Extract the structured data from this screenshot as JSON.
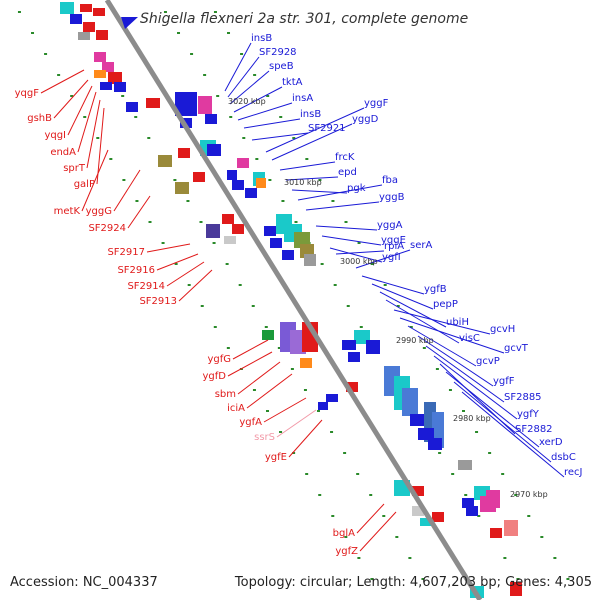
{
  "title": "Shigella flexneri 2a str. 301, complete genome",
  "footer": {
    "accession": "Accession: NC_004337",
    "topology": "Topology: circular; Length: 4,607,203 bp; Genes: 4,305"
  },
  "colors": {
    "backbone": "#8c8c8c",
    "right_label": "#1a1ad6",
    "left_label": "#e01a1a",
    "rna_label": "#f29aa8",
    "tick": "#2a8a2a"
  },
  "kbp_markers": [
    "3020 kbp",
    "3010 kbp",
    "3000 kbp",
    "2990 kbp",
    "2980 kbp",
    "2970 kbp"
  ],
  "right_labels": [
    "insB",
    "SF2928",
    "speB",
    "tktA",
    "insA",
    "insB",
    "SF2921",
    "yggF",
    "yggD",
    "frcK",
    "epd",
    "pgk",
    "fba",
    "yggB",
    "yggA",
    "yggE",
    "ygfI",
    "rpiA",
    "serA",
    "ygfB",
    "pepP",
    "ubiH",
    "visC",
    "gcvH",
    "gcvT",
    "gcvP",
    "ygfF",
    "SF2885",
    "ygfY",
    "SF2882",
    "xerD",
    "dsbC",
    "recJ"
  ],
  "left_labels": [
    "yqgF",
    "gshB",
    "yqgI",
    "endA",
    "sprT",
    "galP",
    "metK",
    "yggG",
    "SF2924",
    "SF2917",
    "SF2916",
    "SF2914",
    "SF2913",
    "ygfG",
    "ygfD",
    "sbm",
    "iciA",
    "ygfA",
    "ssrS",
    "ygfE",
    "bglA",
    "ygfZ"
  ]
}
